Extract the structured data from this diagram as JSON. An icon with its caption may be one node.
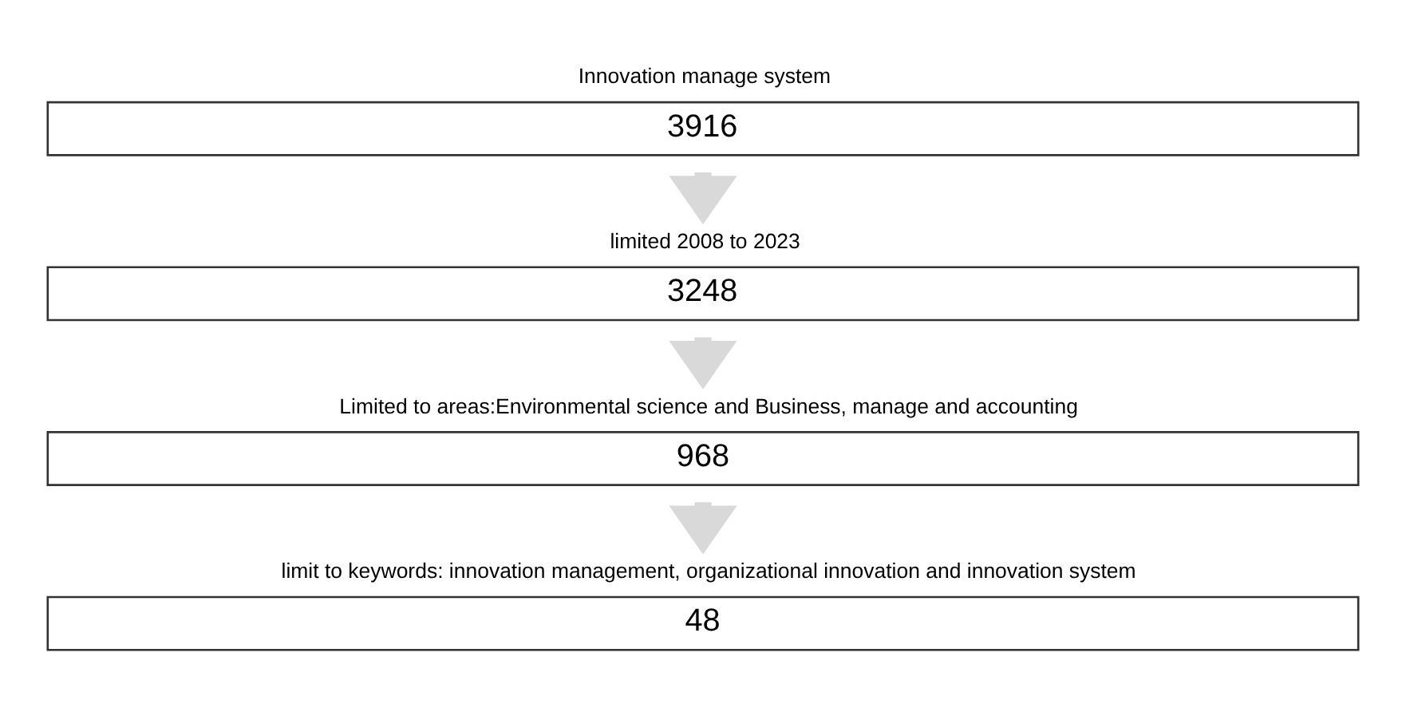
{
  "diagram": {
    "nodes": [
      {
        "text": [
          "Innovation manage system",
          "3916"
        ]
      },
      {
        "text": [
          "limited 2008 to 2023",
          "3248"
        ]
      },
      {
        "text": [
          "Limited to areas:Environmental science and Business, manage and accounting",
          "968"
        ]
      },
      {
        "text": [
          "limit to keywords: innovation management, organizational innovation and innovation system",
          "48"
        ]
      }
    ],
    "edges": [
      {
        "from": 0,
        "to": 1,
        "arrow": "to"
      },
      {
        "from": 1,
        "to": 2,
        "arrow": "to"
      },
      {
        "from": 2,
        "to": 3,
        "arrow": "to"
      }
    ]
  }
}
